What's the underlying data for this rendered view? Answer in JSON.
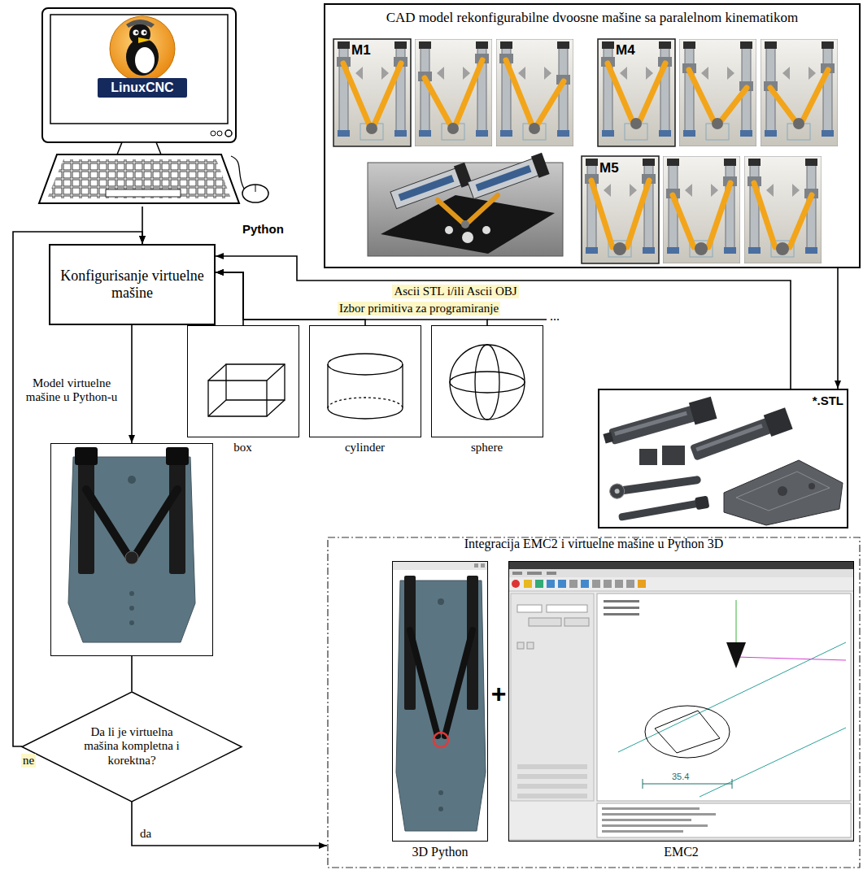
{
  "diagram": {
    "nodes": [
      {
        "text": [
          "LinuxCNC"
        ]
      },
      {
        "text": [
          "CAD model rekonfigurabilne dvoosne mašine sa paralelnom kinematikom"
        ]
      },
      {
        "text": [
          "Python"
        ]
      },
      {
        "text": [
          "Konfigurisanje virtuelne mašine"
        ],
        "in": 2
      },
      {
        "text": [
          "box"
        ],
        "in": 2
      },
      {
        "text": [
          "cylinder"
        ],
        "in": 2
      },
      {
        "text": [
          "sphere"
        ],
        "in": 2
      },
      {
        "text": [
          "*.STL"
        ],
        "in": 2
      },
      {
        "text": [
          "Model virtuelne mašine u Python-u"
        ],
        "in": 2
      },
      {
        "text": [
          "Da li je virtuelna mašina kompletna i korektna?"
        ],
        "in": 2
      },
      {
        "text": [
          "Integracija EMC2 i virtuelne mašine u Python 3D"
        ]
      },
      {
        "text": [
          "3D Python"
        ],
        "in": 10
      },
      {
        "text": [
          "EMC2"
        ],
        "in": 10
      }
    ],
    "edges": [
      {
        "from": 0,
        "to": 3,
        "arrow": "to"
      },
      {
        "from": 1,
        "to": 7,
        "arrow": "to"
      },
      {
        "from": 7,
        "to": 3,
        "label": "Ascii STL i/ili Ascii OBJ",
        "arrow": "to"
      },
      {
        "from": 4,
        "to": 3,
        "label": "Izbor primitiva za programiranje",
        "arrow": "to"
      },
      {
        "from": 5,
        "to": 3,
        "arrow": "to"
      },
      {
        "from": 6,
        "to": 3,
        "arrow": "to"
      },
      {
        "from": 3,
        "to": 8,
        "arrow": "to"
      },
      {
        "from": 8,
        "to": 9,
        "arrow": "none"
      },
      {
        "from": 9,
        "to": 3,
        "label": "ne",
        "arrow": "to"
      },
      {
        "from": 9,
        "to": 10,
        "label": "da",
        "arrow": "to"
      }
    ],
    "labels": [
      "M1",
      "M4",
      "M5",
      "...",
      "+",
      "35.4"
    ]
  }
}
